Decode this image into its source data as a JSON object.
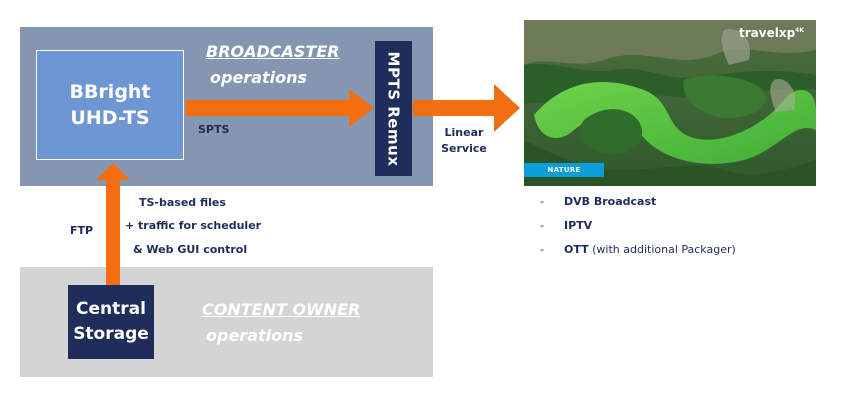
{
  "broadcaster": {
    "title": "BROADCASTER",
    "subtitle": "operations"
  },
  "content_owner": {
    "title": "CONTENT OWNER",
    "subtitle": "operations"
  },
  "bbright": {
    "line1": "BBright",
    "line2": "UHD-TS"
  },
  "remux": {
    "label": "MPTS Remux"
  },
  "storage": {
    "line1": "Central",
    "line2": "Storage"
  },
  "links": {
    "spts": "SPTS",
    "linear_line1": "Linear",
    "linear_line2": "Service",
    "ftp": "FTP",
    "ts_line1": "TS-based files",
    "ts_line2": "+ traffic for scheduler",
    "ts_line3": "& Web GUI control"
  },
  "channel": {
    "logo": "travelxp",
    "logo_sup": "4K",
    "tag": "NATURE"
  },
  "outputs": [
    {
      "dash": "-",
      "name": "DVB Broadcast",
      "note": ""
    },
    {
      "dash": "-",
      "name": "IPTV",
      "note": ""
    },
    {
      "dash": "-",
      "name": "OTT",
      "note": "(with additional Packager)"
    }
  ],
  "colors": {
    "broadcaster_zone": "#8496b0",
    "owner_zone": "#d4d4d4",
    "bbright_box": "#6f96d4",
    "navy": "#1f2d5a",
    "arrow": "#f26e10",
    "nature_tag": "#0a9fd8"
  }
}
